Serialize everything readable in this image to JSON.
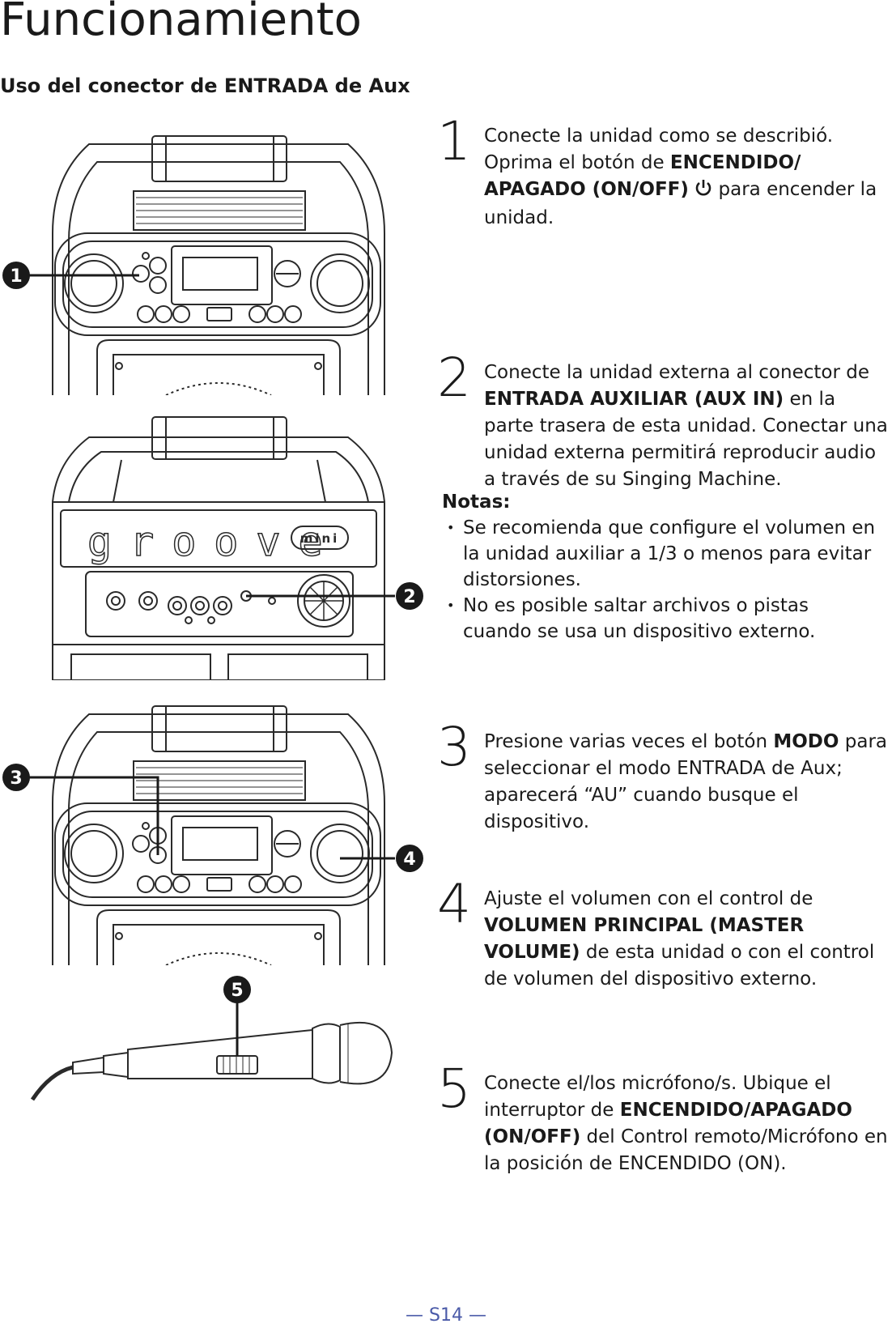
{
  "header": {
    "title": "Funcionamiento",
    "subtitle": "Uso del conector de ENTRADA de Aux"
  },
  "steps": [
    {
      "number": "1",
      "t1": "Conecte la unidad como se describió. Oprima el botón de ",
      "b1": "ENCENDIDO/ APAGADO (ON/OFF)",
      "t2": " para encender la unidad."
    },
    {
      "number": "2",
      "t1": "Conecte la unidad externa al conector de ",
      "b1": "ENTRADA AUXILIAR (AUX IN)",
      "t2": " en la parte trasera de esta unidad. Conectar una unidad externa permitirá reproducir audio a través de su Singing Machine."
    },
    {
      "number": "3",
      "t1": "Presione varias veces el botón ",
      "b1": "MODO",
      "t2": " para seleccionar el modo ENTRADA de Aux; aparecerá “AU” cuando busque el dispositivo."
    },
    {
      "number": "4",
      "t1": "Ajuste el volumen con el control de ",
      "b1": "VOLUMEN PRINCIPAL (MASTER VOLUME)",
      "t2": " de esta unidad o con el control de volumen del dispositivo externo."
    },
    {
      "number": "5",
      "t1": "Conecte el/los micrófono/s. Ubique el interruptor de ",
      "b1": "ENCENDIDO/APAGADO (ON/OFF)",
      "t2": " del Control remoto/Micrófono en la posición de ENCENDIDO (ON)."
    }
  ],
  "notes": {
    "title": "Notas:",
    "items": [
      "Se recomienda que configure el volumen en la unidad auxiliar a 1/3 o menos para evitar distorsiones.",
      "No es posible saltar archivos o pistas cuando se usa un dispositivo externo."
    ]
  },
  "figures": {
    "brand_word": "groove",
    "brand_badge": "mini",
    "callouts": [
      "1",
      "2",
      "3",
      "4",
      "5"
    ]
  },
  "footer": {
    "page_label": "— S14 —"
  },
  "colors": {
    "text": "#1a1a1a",
    "footer": "#4a5aa8",
    "callout_fill": "#1a1a1a",
    "line_art": "#2a2a2a"
  },
  "icons": {
    "power": "power-icon"
  }
}
